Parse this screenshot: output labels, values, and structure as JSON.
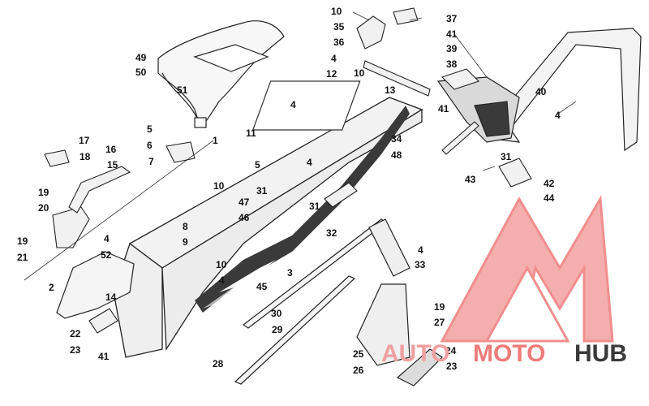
{
  "diagram": {
    "callouts": [
      {
        "id": "c-1",
        "label": "1"
      },
      {
        "id": "c-2",
        "label": "2"
      },
      {
        "id": "c-3",
        "label": "3"
      },
      {
        "id": "c-4a",
        "label": "4"
      },
      {
        "id": "c-4b",
        "label": "4"
      },
      {
        "id": "c-4c",
        "label": "4"
      },
      {
        "id": "c-4d",
        "label": "4"
      },
      {
        "id": "c-4e",
        "label": "4"
      },
      {
        "id": "c-4f",
        "label": "4"
      },
      {
        "id": "c-4g",
        "label": "4"
      },
      {
        "id": "c-5a",
        "label": "5"
      },
      {
        "id": "c-5b",
        "label": "5"
      },
      {
        "id": "c-6",
        "label": "6"
      },
      {
        "id": "c-7",
        "label": "7"
      },
      {
        "id": "c-8",
        "label": "8"
      },
      {
        "id": "c-9",
        "label": "9"
      },
      {
        "id": "c-10a",
        "label": "10"
      },
      {
        "id": "c-10b",
        "label": "10"
      },
      {
        "id": "c-10c",
        "label": "10"
      },
      {
        "id": "c-10d",
        "label": "10"
      },
      {
        "id": "c-11",
        "label": "11"
      },
      {
        "id": "c-12",
        "label": "12"
      },
      {
        "id": "c-13",
        "label": "13"
      },
      {
        "id": "c-14",
        "label": "14"
      },
      {
        "id": "c-15",
        "label": "15"
      },
      {
        "id": "c-16",
        "label": "16"
      },
      {
        "id": "c-17",
        "label": "17"
      },
      {
        "id": "c-18",
        "label": "18"
      },
      {
        "id": "c-19a",
        "label": "19"
      },
      {
        "id": "c-19b",
        "label": "19"
      },
      {
        "id": "c-19c",
        "label": "19"
      },
      {
        "id": "c-20",
        "label": "20"
      },
      {
        "id": "c-21",
        "label": "21"
      },
      {
        "id": "c-22",
        "label": "22"
      },
      {
        "id": "c-23a",
        "label": "23"
      },
      {
        "id": "c-23b",
        "label": "23"
      },
      {
        "id": "c-24",
        "label": "24"
      },
      {
        "id": "c-25",
        "label": "25"
      },
      {
        "id": "c-26",
        "label": "26"
      },
      {
        "id": "c-27",
        "label": "27"
      },
      {
        "id": "c-28",
        "label": "28"
      },
      {
        "id": "c-29",
        "label": "29"
      },
      {
        "id": "c-30",
        "label": "30"
      },
      {
        "id": "c-31a",
        "label": "31"
      },
      {
        "id": "c-31b",
        "label": "31"
      },
      {
        "id": "c-31c",
        "label": "31"
      },
      {
        "id": "c-32",
        "label": "32"
      },
      {
        "id": "c-33",
        "label": "33"
      },
      {
        "id": "c-34",
        "label": "34"
      },
      {
        "id": "c-35",
        "label": "35"
      },
      {
        "id": "c-36",
        "label": "36"
      },
      {
        "id": "c-37",
        "label": "37"
      },
      {
        "id": "c-38",
        "label": "38"
      },
      {
        "id": "c-39",
        "label": "39"
      },
      {
        "id": "c-40",
        "label": "40"
      },
      {
        "id": "c-41a",
        "label": "41"
      },
      {
        "id": "c-41b",
        "label": "41"
      },
      {
        "id": "c-41c",
        "label": "41"
      },
      {
        "id": "c-42",
        "label": "42"
      },
      {
        "id": "c-43",
        "label": "43"
      },
      {
        "id": "c-44",
        "label": "44"
      },
      {
        "id": "c-45",
        "label": "45"
      },
      {
        "id": "c-46",
        "label": "46"
      },
      {
        "id": "c-47",
        "label": "47"
      },
      {
        "id": "c-48",
        "label": "48"
      },
      {
        "id": "c-49",
        "label": "49"
      },
      {
        "id": "c-50",
        "label": "50"
      },
      {
        "id": "c-51",
        "label": "51"
      },
      {
        "id": "c-52",
        "label": "52"
      }
    ]
  },
  "watermark": {
    "part1": "AUTO",
    "part2": "MOTO",
    "part3": "HUB",
    "color_primary": "#f0a0a0",
    "color_accent": "#ef7b7b",
    "color_dark": "#3a3a3a"
  },
  "colors": {
    "line": "#222222",
    "fill_light": "#f4f4f4",
    "fill_dark": "#3a3a3a"
  }
}
